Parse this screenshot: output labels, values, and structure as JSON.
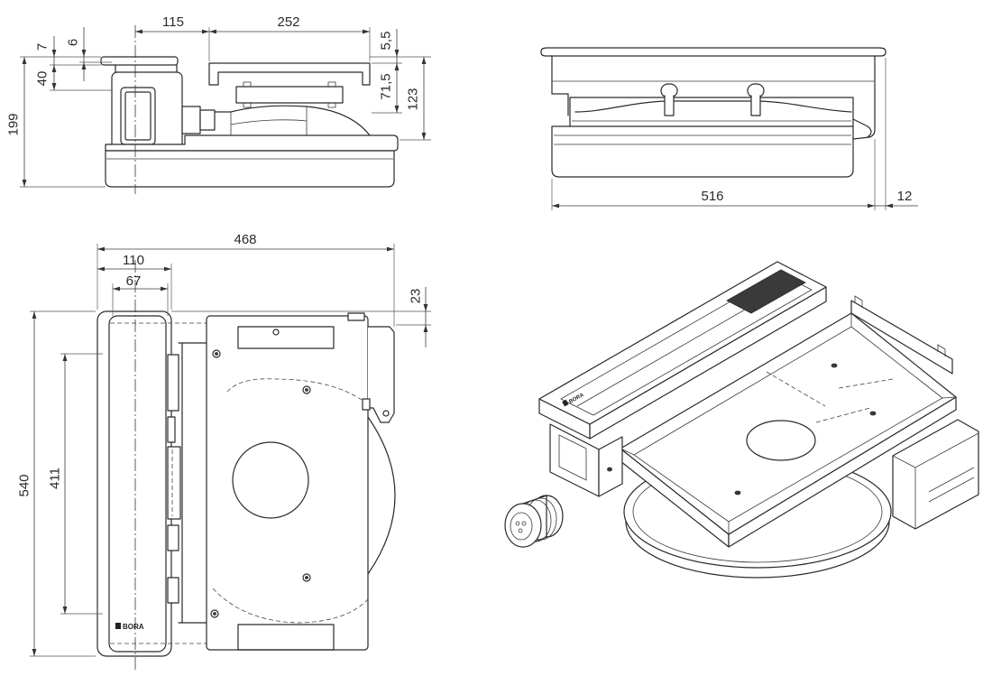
{
  "side_view": {
    "dim_inlet_offset": "115",
    "dim_fan_depth": "252",
    "dim_cap": "7",
    "dim_cap_step": "6",
    "dim_housing": "40",
    "dim_total_height": "199",
    "dim_frame_top": "5,5",
    "dim_frame_height": "71,5",
    "dim_fan_height": "123"
  },
  "front_view": {
    "dim_width": "516",
    "dim_overhang": "12"
  },
  "plan_view": {
    "dim_total_depth": "468",
    "dim_inlet_width": "110",
    "dim_inlet_inner_width": "67",
    "dim_offset": "23",
    "dim_length": "540",
    "dim_inner_length": "411",
    "logo_text": "BORA"
  },
  "iso_view": {
    "logo_text": "BORA"
  }
}
